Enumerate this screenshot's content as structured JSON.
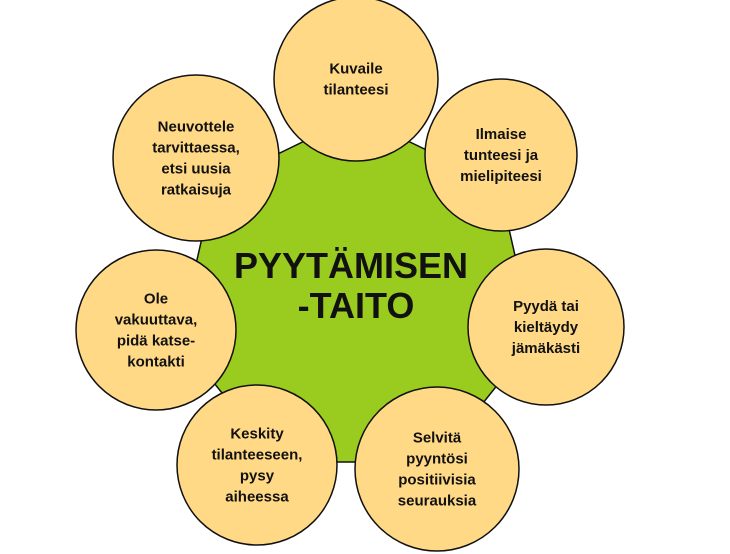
{
  "diagram": {
    "center": {
      "lines": [
        "PYYTÄMISEN",
        "-TAITO"
      ]
    },
    "satellites": [
      {
        "id": "describe",
        "lines": [
          "Kuvaile",
          "tilanteesi"
        ]
      },
      {
        "id": "express",
        "lines": [
          "Ilmaise",
          "tunteesi ja",
          "mielipiteesi"
        ]
      },
      {
        "id": "ask-refuse",
        "lines": [
          "Pyydä tai",
          "kieltäydy",
          "jämäkästi"
        ]
      },
      {
        "id": "clarify",
        "lines": [
          "Selvitä",
          "pyyntösi",
          "positiivisia",
          "seurauksia"
        ]
      },
      {
        "id": "focus",
        "lines": [
          "Keskity",
          "tilanteeseen,",
          "pysy",
          "aiheessa"
        ]
      },
      {
        "id": "convincing",
        "lines": [
          "Ole",
          "vakuuttava,",
          "pidä katse-",
          "kontakti"
        ]
      },
      {
        "id": "negotiate",
        "lines": [
          "Neuvottele",
          "tarvittaessa,",
          "etsi uusia",
          "ratkaisuja"
        ]
      }
    ],
    "colors": {
      "center_fill": "#99cc1f",
      "satellite_fill": "#ffd985",
      "stroke": "#111111"
    }
  }
}
